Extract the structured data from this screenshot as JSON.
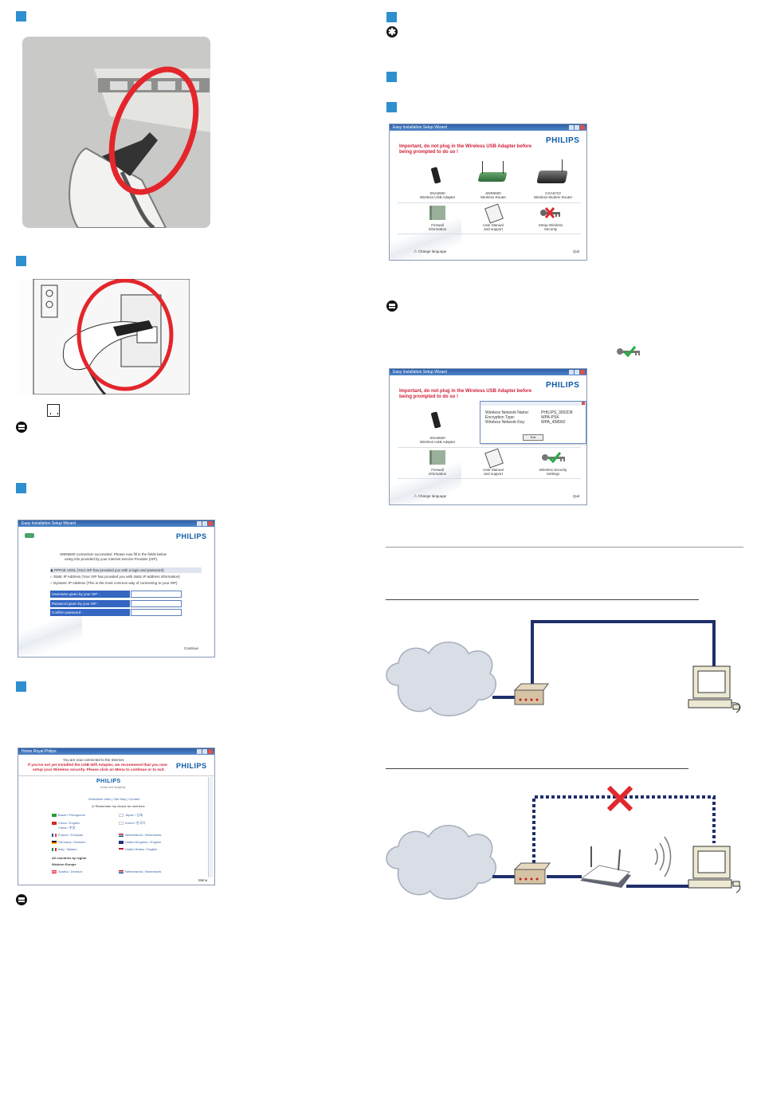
{
  "wizard_main": {
    "title": "Easy Installation Setup Wizard",
    "brand": "PHILIPS",
    "warning_line1": "Important, do not plug in the Wireless USB Adapter before",
    "warning_line2": "being prompted to do so !",
    "products": [
      {
        "line1": "SNA6500",
        "line2": "Wireless USB Adapter"
      },
      {
        "line1": "SNR6500",
        "line2": "Wireless Router"
      },
      {
        "line1": "CGA5722",
        "line2": "Wireless Modem Router"
      }
    ],
    "tools": [
      {
        "line1": "Firewall",
        "line2": "information"
      },
      {
        "line1": "User Manual",
        "line2": "and support"
      },
      {
        "line1": "Setup Wireless",
        "line2": "Security"
      }
    ],
    "change_language": "Change language",
    "quit": "Quit"
  },
  "wizard_security": {
    "title": "Easy Installation Setup Wizard",
    "brand": "PHILIPS",
    "warning_line1": "Important, do not plug in the Wireless USB Adapter before",
    "warning_line2": "being prompted to do so !",
    "product": {
      "line1": "SNA6500",
      "line2": "Wireless USB Adapter"
    },
    "dialog": {
      "rows": [
        {
          "label": "Wireless Network Name:",
          "value": "PHILIPS_3002D8"
        },
        {
          "label": "Encryption Type:",
          "value": "WPA-PSK"
        },
        {
          "label": "Wireless Network Key:",
          "value": "WPA_458992"
        }
      ],
      "button": "Exit"
    },
    "tools": [
      {
        "line1": "Firewall",
        "line2": "information"
      },
      {
        "line1": "User Manual",
        "line2": "and support"
      },
      {
        "line1": "Wireless Security",
        "line2": "Settings"
      }
    ],
    "change_language": "Change language",
    "quit": "Quit"
  },
  "isp_wizard": {
    "title": "Easy Installation Setup Wizard",
    "brand": "PHILIPS",
    "intro_line1": "SNR6500 connection succeeded. Please now fill in the fields below",
    "intro_line2": "using info provided by your Internet Service Provider (ISP).",
    "options": [
      "PPPoE ADSL (Your ISP has provided you with a login and password)",
      "Static IP Address (Your ISP has provided you with static IP address information)",
      "Dynamic IP Address (This is the most common way of connecting to your ISP)"
    ],
    "fields": [
      "Username given by your ISP :",
      "Password given by your ISP :",
      "Confirm password :"
    ],
    "continue": "Continue"
  },
  "browser": {
    "title": "Home Royal Philips",
    "msg_line1": "You are now connected to the Internet.",
    "msg_line2": "If you've not yet installed the USB Wifi Adapter, we recommend that you now",
    "msg_line3": "setup your Wireless security. Please click on Menu to continue or to exit.",
    "brand": "PHILIPS",
    "tagline": "sense and simplicity",
    "links": "Worldwide sites  |  Site Map  |  Contact",
    "remember": "Remember my choice for next time",
    "countries": [
      {
        "left": "Brazil / Portuguese",
        "right": "Japan / 日本"
      },
      {
        "left": "China / English",
        "right": "Korea / 한국어"
      },
      {
        "left": "France / Français",
        "right": "Netherlands / Nederlands"
      },
      {
        "left": "Germany / Deutsch",
        "right": "United Kingdom / English"
      },
      {
        "left": "Italy / Italiano",
        "right": "United States / English"
      }
    ],
    "china_sub": "China / 中文",
    "all_countries": "All countries by region",
    "western_europe": "Western Europe",
    "last_row": {
      "left": "Austria / Deutsch",
      "right": "Netherlands / Nederlands"
    },
    "menu": "Menu"
  },
  "colors": {
    "step_box": "#2e8fcf",
    "cable": "#1f2f6b",
    "red_cross": "#e0282e",
    "philips_blue": "#0b5aa8",
    "warning_red": "#d01e37"
  }
}
